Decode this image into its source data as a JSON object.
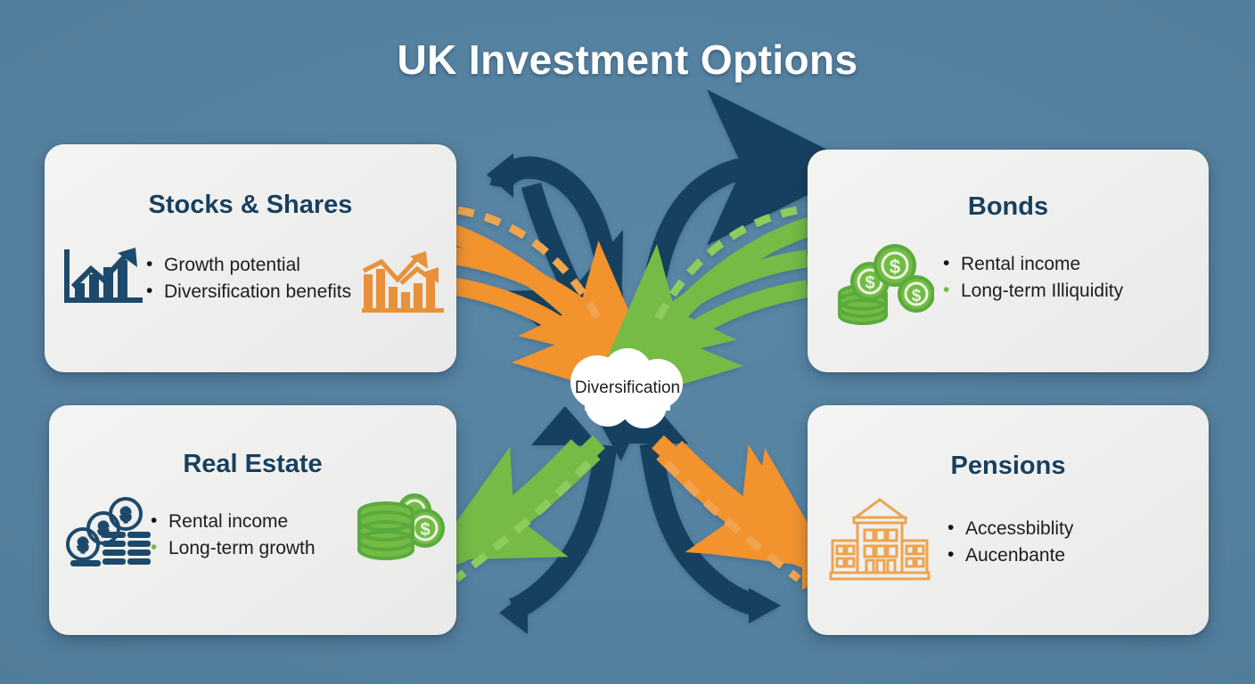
{
  "page": {
    "title": "UK Investment Options",
    "background_color": "#5a87a6"
  },
  "palette": {
    "heading_navy": "#17405e",
    "accent_orange": "#f3932f",
    "accent_green": "#74bb45",
    "arrow_navy": "#14405f",
    "card_bg": "#eeeeed",
    "bullet_dark": "#121212"
  },
  "hub": {
    "label": "Diversification",
    "shape": "cloud-icon"
  },
  "cards": [
    {
      "id": "stocks",
      "title": "Stocks & Shares",
      "bullets": [
        {
          "text": "Growth potential",
          "bullet_color": "dark"
        },
        {
          "text": "Diversification benefits",
          "bullet_color": "dark"
        }
      ],
      "icons": [
        "bar-chart-growth-navy-icon",
        "bar-chart-growth-orange-icon"
      ]
    },
    {
      "id": "bonds",
      "title": "Bonds",
      "bullets": [
        {
          "text": "Rental income",
          "bullet_color": "dark"
        },
        {
          "text": "Long-term Illiquidity",
          "bullet_color": "green"
        }
      ],
      "icons": [
        "coin-stack-green-icon"
      ]
    },
    {
      "id": "real-estate",
      "title": "Real Estate",
      "bullets": [
        {
          "text": "Rental income",
          "bullet_color": "dark"
        },
        {
          "text": "Long-term growth",
          "bullet_color": "green"
        }
      ],
      "icons": [
        "coin-stack-navy-icon",
        "coin-stack-green-icon"
      ]
    },
    {
      "id": "pensions",
      "title": "Pensions",
      "bullets": [
        {
          "text": "Accessbiblity",
          "bullet_color": "dark"
        },
        {
          "text": "Aucenbante",
          "bullet_color": "dark"
        }
      ],
      "icons": [
        "bank-building-orange-icon"
      ]
    }
  ],
  "connectors": [
    {
      "name": "navy-arrow-top-left-down",
      "color": "#14405f",
      "style": "solid",
      "direction": "into-hub"
    },
    {
      "name": "navy-arrow-top-right-up",
      "color": "#14405f",
      "style": "solid",
      "direction": "out-of-hub"
    },
    {
      "name": "navy-arrow-bottom-left",
      "color": "#14405f",
      "style": "solid",
      "direction": "out-of-hub"
    },
    {
      "name": "navy-arrow-bottom-right",
      "color": "#14405f",
      "style": "solid",
      "direction": "out-of-hub"
    },
    {
      "name": "orange-arrow-to-stocks",
      "color": "#f3932f",
      "style": "solid",
      "direction": "to-stocks"
    },
    {
      "name": "orange-arrow-to-hub-upper",
      "color": "#f3932f",
      "style": "solid",
      "direction": "into-hub"
    },
    {
      "name": "orange-dashed-upper-left",
      "color": "#f0a44e",
      "style": "dashed",
      "direction": "into-hub"
    },
    {
      "name": "orange-arrow-to-pensions",
      "color": "#f3932f",
      "style": "solid",
      "direction": "to-pensions"
    },
    {
      "name": "orange-arrow-from-pensions",
      "color": "#f3932f",
      "style": "solid",
      "direction": "into-hub"
    },
    {
      "name": "orange-dashed-lower-right",
      "color": "#f0a44e",
      "style": "dashed",
      "direction": "to-pensions"
    },
    {
      "name": "green-arrow-to-bonds",
      "color": "#74bb45",
      "style": "solid",
      "direction": "to-bonds"
    },
    {
      "name": "green-arrow-from-bonds",
      "color": "#74bb45",
      "style": "solid",
      "direction": "into-hub"
    },
    {
      "name": "green-dashed-upper-right",
      "color": "#8dcb5e",
      "style": "dashed",
      "direction": "to-bonds"
    },
    {
      "name": "green-arrow-to-realestate",
      "color": "#74bb45",
      "style": "solid",
      "direction": "to-real-estate"
    },
    {
      "name": "green-arrow-from-hub-left",
      "color": "#74bb45",
      "style": "solid",
      "direction": "out-of-hub"
    },
    {
      "name": "green-dashed-lower-left",
      "color": "#8dcb5e",
      "style": "dashed",
      "direction": "to-real-estate"
    }
  ]
}
